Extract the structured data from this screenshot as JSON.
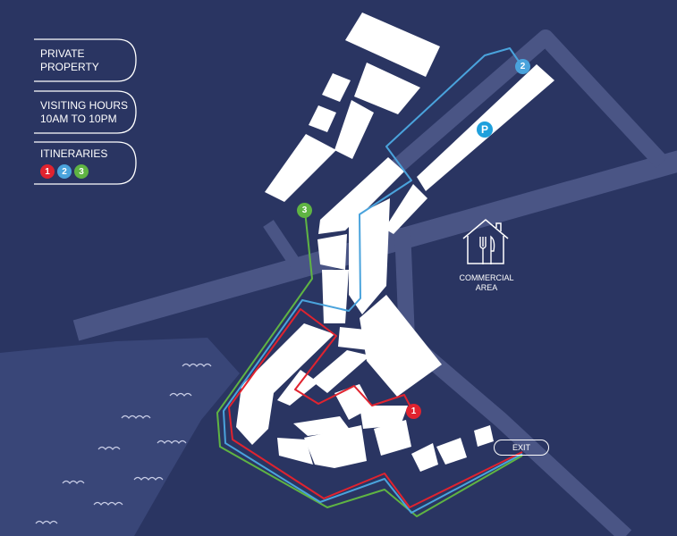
{
  "legend": {
    "private": [
      "PRIVATE",
      "PROPERTY"
    ],
    "hours": [
      "VISITING HOURS",
      "10AM TO 10PM"
    ],
    "itineraries_title": "ITINERARIES",
    "itineraries": [
      {
        "num": "1",
        "color": "#e0232f"
      },
      {
        "num": "2",
        "color": "#4aa3dc"
      },
      {
        "num": "3",
        "color": "#5fb443"
      }
    ]
  },
  "map": {
    "markers": {
      "route1": "1",
      "route2": "2",
      "route3": "3",
      "parking": "P"
    },
    "commercial_area": [
      "COMMERCIAL",
      "AREA"
    ],
    "commercial_icon": "house-restaurant-icon",
    "exit_label": "EXIT"
  },
  "colors": {
    "background": "#2a3562",
    "road": "#4a5585",
    "sea": "#394678",
    "buildings": "#ffffff",
    "route1": "#e0232f",
    "route2": "#4aa3dc",
    "route3": "#5fb443",
    "parking": "#1fa0dc"
  }
}
